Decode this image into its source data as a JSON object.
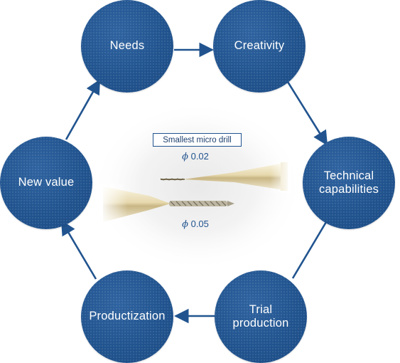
{
  "cycle": {
    "nodes": [
      {
        "label": "Needs"
      },
      {
        "label": "Creativity"
      },
      {
        "label": "Technical\ncapabilities"
      },
      {
        "label": "Trial\nproduction"
      },
      {
        "label": "Productization"
      },
      {
        "label": "New value"
      }
    ]
  },
  "center": {
    "caption": "Smallest micro drill",
    "symbol": "ϕ",
    "size_top": "0.02",
    "size_bottom": "0.05"
  },
  "colors": {
    "node": "#21548f",
    "arrow": "#21548f",
    "label_text": "#21548f"
  }
}
